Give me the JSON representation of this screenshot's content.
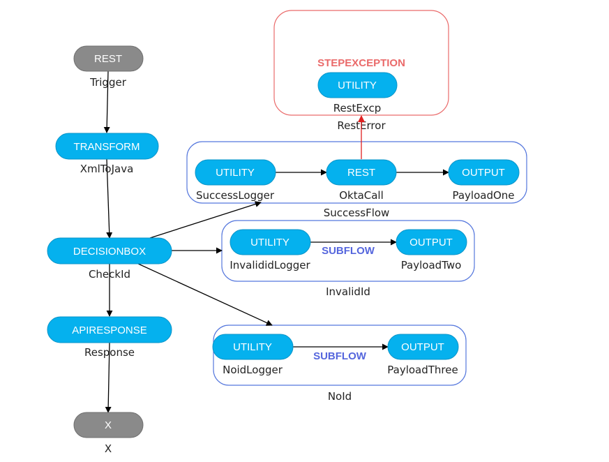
{
  "colors": {
    "node_blue": "#05b1ee",
    "node_blue_stroke": "#0a94c8",
    "node_gray": "#8a8a8a",
    "node_gray_stroke": "#6f6f6f",
    "group_border": "#5577dd",
    "exception_border": "#ea6a6a",
    "error_arrow": "#e02020",
    "edge": "#000000"
  },
  "nodes": {
    "rest_trigger": {
      "type": "REST",
      "label": "Trigger"
    },
    "transform": {
      "type": "TRANSFORM",
      "label": "XmlToJava"
    },
    "decisionbox": {
      "type": "DECISIONBOX",
      "label": "CheckId"
    },
    "apiresponse": {
      "type": "APIRESPONSE",
      "label": "Response"
    },
    "end": {
      "type": "X",
      "label": "X"
    },
    "success_logger": {
      "type": "UTILITY",
      "label": "SuccessLogger"
    },
    "okta_call": {
      "type": "REST",
      "label": "OktaCall"
    },
    "payload_one": {
      "type": "OUTPUT",
      "label": "PayloadOne"
    },
    "invalidid_logger": {
      "type": "UTILITY",
      "label": "InvalididLogger"
    },
    "payload_two": {
      "type": "OUTPUT",
      "label": "PayloadTwo"
    },
    "noid_logger": {
      "type": "UTILITY",
      "label": "NoidLogger"
    },
    "payload_three": {
      "type": "OUTPUT",
      "label": "PayloadThree"
    },
    "rest_excp": {
      "type": "UTILITY",
      "label": "RestExcp"
    }
  },
  "groups": {
    "success_flow": {
      "label": "SuccessFlow"
    },
    "invalid_id": {
      "label": "InvalidId",
      "edge_label": "SUBFLOW"
    },
    "no_id": {
      "label": "NoId",
      "edge_label": "SUBFLOW"
    },
    "rest_error": {
      "label": "RestError",
      "header": "STEPEXCEPTION"
    }
  }
}
